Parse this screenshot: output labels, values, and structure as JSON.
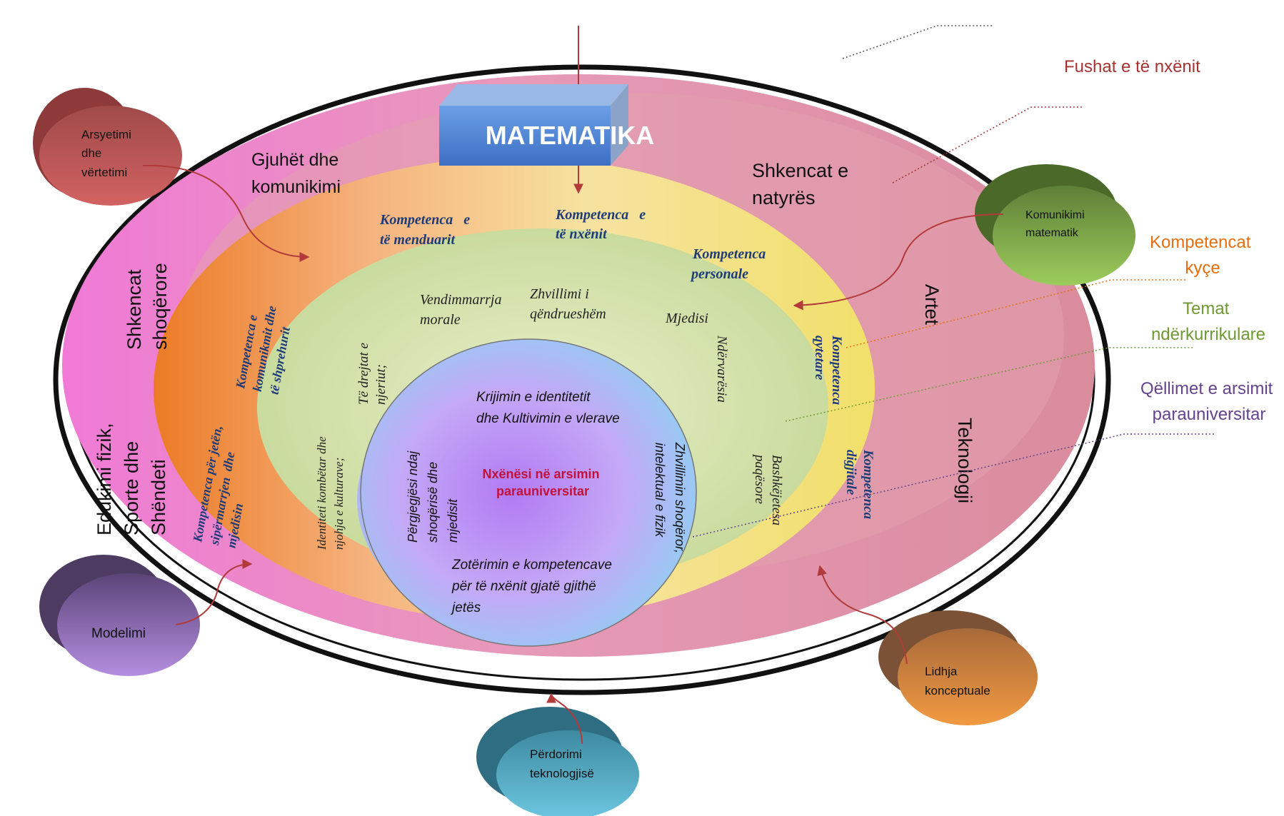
{
  "title": "MATEMATIKA",
  "center": {
    "line1": "Nxënësi në arsimin",
    "line2": "parauniversitar"
  },
  "goals": {
    "top_1": "Krijimin e identitetit",
    "top_2": "dhe Kultivimin e vlerave",
    "bottom_1": "Zotërimin e kompetencave",
    "bottom_2": "për të nxënit gjatë gjithë",
    "bottom_3": "jetës",
    "left_1": "Përgjegjësi ndaj",
    "left_2": "shoqërisë dhe",
    "left_3": "mjedisit",
    "right_1": "Zhvillimin shoqëror,",
    "right_2": "intelektual e fizik"
  },
  "themes": {
    "vendim_1": "Vendimmarrja",
    "vendim_2": "morale",
    "zhvill_1": "Zhvillimi i",
    "zhvill_2": "qëndrueshëm",
    "mjedisi": "Mjedisi",
    "nderv": "Ndërvarësia",
    "bashk_1": "Bashkëjetesa",
    "bashk_2": "paqësore",
    "drejt_1": "Të drejtat e",
    "drejt_2": "njeriut;",
    "ident_1": "Identiteti kombëtar dhe",
    "ident_2": "njohja e kulturave;"
  },
  "competences": {
    "mend_1": "Kompetenca   e",
    "mend_2": "të menduarit",
    "nxen_1": "Kompetenca   e",
    "nxen_2": "të nxënit",
    "pers_1": "Kompetenca",
    "pers_2": "personale",
    "qyt_1": "Kompetenca",
    "qyt_2": "qytetare",
    "dig_1": "Kompetenca",
    "dig_2": "digjitale",
    "kom_1": "Kompetenca e",
    "kom_2": "komunikmit dhe",
    "kom_3": "të shprehurit",
    "jet_1": "Kompetenca për jetën,",
    "jet_2": "sipërmarrjen  dhe",
    "jet_3": "mjedisin"
  },
  "fields": {
    "gjuhet_1": "Gjuhët dhe",
    "gjuhet_2": "komunikimi",
    "shkenc_nat_1": "Shkencat e",
    "shkenc_nat_2": "natyrës",
    "shkenc_shoq_1": "Shkencat",
    "shkenc_shoq_2": "shoqërore",
    "artet": "Artet",
    "edu_1": "Edukimi fizik,",
    "edu_2": "Sporte dhe",
    "edu_3": "Shëndeti",
    "tekno": "Teknologji"
  },
  "processes": {
    "arsy_1": "Arsyetimi",
    "arsy_2": "dhe",
    "arsy_3": "vërtetimi",
    "komun_1": "Komunikimi",
    "komun_2": "matematik",
    "model": "Modelimi",
    "lidh_1": "Lidhja",
    "lidh_2": "konceptuale",
    "perd_1": "Përdorimi",
    "perd_2": "teknologjisë"
  },
  "legend": {
    "fushat": "Fushat e të nxënit",
    "komp_1": "Kompetencat",
    "komp_2": "kyçe",
    "temat_1": "Temat",
    "temat_2": "ndërkurrikulare",
    "qell_1": "Qëllimet e arsimit",
    "qell_2": "parauniversitar"
  },
  "colors": {
    "fields_ring": "#e597b6",
    "competence_ring": "#f3c16a",
    "themes_ring": "#cfe0a6",
    "center": "#b58cf5",
    "title_box": "#4f86d8",
    "arrow": "#b23a3a",
    "legend_fushat": "#a83232",
    "legend_komp": "#e56f10",
    "legend_temat": "#6f9a34",
    "legend_qell": "#65448f",
    "comp_text": "#1f3c78"
  }
}
